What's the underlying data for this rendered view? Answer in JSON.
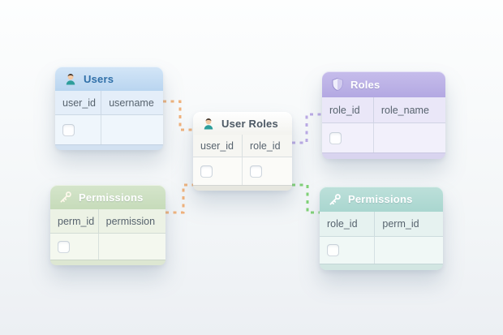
{
  "tables": {
    "users": {
      "title": "Users",
      "icon": "user-icon",
      "columns": [
        "user_id",
        "username"
      ]
    },
    "roles": {
      "title": "Roles",
      "icon": "shield-icon",
      "columns": [
        "role_id",
        "role_name"
      ]
    },
    "user_roles": {
      "title": "User Roles",
      "icon": "user-icon",
      "columns": [
        "user_id",
        "role_id"
      ]
    },
    "permissions_left": {
      "title": "Permissions",
      "icon": "key-icon",
      "columns": [
        "perm_id",
        "permission"
      ]
    },
    "permissions_right": {
      "title": "Permissions",
      "icon": "key-icon",
      "columns": [
        "role_id",
        "perm_id"
      ]
    }
  },
  "connectors": [
    {
      "name": "users-to-user-roles",
      "color_key": "connector_orange"
    },
    {
      "name": "user-roles-to-roles",
      "color_key": "connector_purple"
    },
    {
      "name": "permissions-left-to-user-roles",
      "color_key": "connector_orange"
    },
    {
      "name": "user-roles-to-permissions-right",
      "color_key": "connector_green"
    }
  ],
  "colors": {
    "canvas_bg": "#f2f5f7",
    "divider": "rgba(120,140,160,0.22)",
    "users_header": "#b9d5f0",
    "users_title": "#2f6fa8",
    "users_body": "#e4eef9",
    "users_body_light": "#eff6fc",
    "users_base": "#d2e1f1",
    "roles_header": "#b3a8e2",
    "roles_body": "#eae7f8",
    "roles_body_light": "#f2f0fb",
    "roles_base": "#d9d4ef",
    "userroles_header": "#f3f3ef",
    "userroles_body": "#f6f6f2",
    "userroles_body_light": "#fbfbf8",
    "userroles_base": "#e6e6df",
    "perm_left_header": "#c6dbba",
    "perm_left_body": "#ecf2e5",
    "perm_left_body_light": "#f4f8ef",
    "perm_left_base": "#dde7d2",
    "perm_right_header": "#a9d6cf",
    "perm_right_body": "#e6f2f0",
    "perm_right_body_light": "#f0f8f6",
    "perm_right_base": "#d2e6e2",
    "connector_orange": "#f1b37c",
    "connector_purple": "#bcabe6",
    "connector_green": "#82d377"
  }
}
